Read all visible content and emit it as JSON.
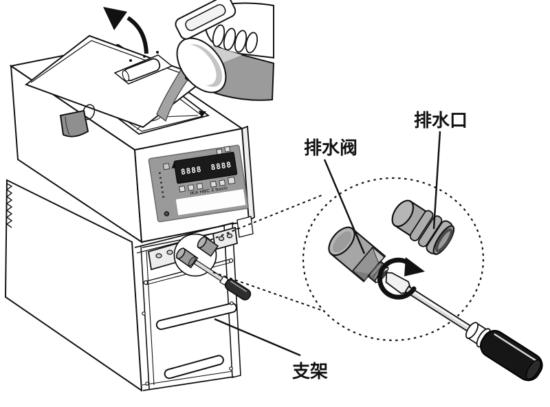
{
  "figure": {
    "labels": {
      "drain_valve": "排水阀",
      "drain_outlet": "排水口",
      "bracket": "支架"
    },
    "panel": {
      "brand_text": "IKA HBC 2 basic",
      "display_left": "8888",
      "display_right": "8888"
    },
    "icons": [
      "lid-open-arrow-icon",
      "rotation-arrow-icon",
      "alarm-triangle-icon",
      "magnifier-dashed-circle"
    ],
    "colors": {
      "outline": "#111111",
      "mid_gray": "#a0a0a0",
      "panel_gray": "#9a9a9a",
      "dark_gray": "#6e6e6e",
      "display_black": "#1a1a1a",
      "white": "#ffffff"
    }
  }
}
